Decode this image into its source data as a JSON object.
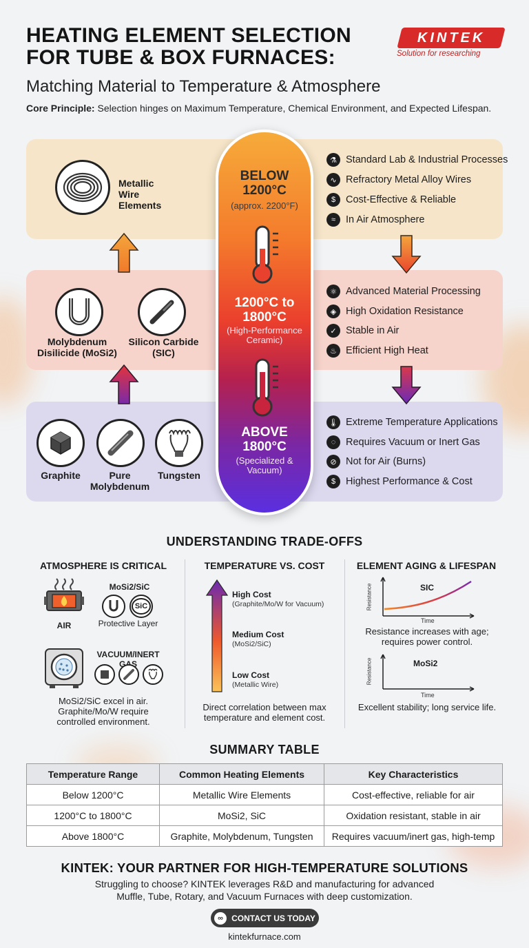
{
  "header": {
    "title": "HEATING ELEMENT SELECTION FOR TUBE & BOX FURNACES:",
    "subtitle": "Matching Material to Temperature & Atmosphere",
    "principle_label": "Core Principle:",
    "principle_text": "Selection hinges on Maximum Temperature, Chemical Environment, and Expected Lifespan."
  },
  "logo": {
    "name": "KINTEK",
    "tagline": "Solution for researching"
  },
  "colors": {
    "brand_red": "#d92a2a",
    "tier1_band": "#f6e5c8",
    "tier2_band": "#f6d3cb",
    "tier3_band": "#dcd9ef"
  },
  "tiers": [
    {
      "heading": "BELOW 1200°C",
      "note": "(approx. 2200°F)",
      "elements": [
        "Metallic Wire Elements"
      ],
      "features": [
        {
          "icon": "flask-icon",
          "text": "Standard Lab & Industrial Processes"
        },
        {
          "icon": "wire-icon",
          "text": "Refractory Metal Alloy Wires"
        },
        {
          "icon": "dollar-hand-icon",
          "text": "Cost-Effective & Reliable"
        },
        {
          "icon": "wind-icon",
          "text": "In Air Atmosphere"
        }
      ]
    },
    {
      "heading": "1200°C to 1800°C",
      "note": "(High-Performance Ceramic)",
      "elements": [
        "Molybdenum Disilicide (MoSi2)",
        "Silicon Carbide (SIC)"
      ],
      "features": [
        {
          "icon": "atom-icon",
          "text": "Advanced Material Processing"
        },
        {
          "icon": "shield-icon",
          "text": "High Oxidation Resistance"
        },
        {
          "icon": "shield-check-icon",
          "text": "Stable in Air"
        },
        {
          "icon": "flame-icon",
          "text": "Efficient High Heat"
        }
      ]
    },
    {
      "heading": "ABOVE 1800°C",
      "note": "(Specialized & Vacuum)",
      "elements": [
        "Graphite",
        "Pure Molybdenum",
        "Tungsten"
      ],
      "features": [
        {
          "icon": "thermometer-icon",
          "text": "Extreme Temperature Applications"
        },
        {
          "icon": "vacuum-icon",
          "text": "Requires Vacuum or Inert Gas"
        },
        {
          "icon": "no-air-icon",
          "text": "Not for Air (Burns)"
        },
        {
          "icon": "dollar-icon",
          "text": "Highest Performance & Cost"
        }
      ]
    }
  ],
  "tradeoffs": {
    "title": "UNDERSTANDING TRADE-OFFS",
    "atmosphere": {
      "title": "ATMOSPHERE IS CRITICAL",
      "air_label": "AIR",
      "mosi_label": "MoSi2/SiC",
      "sic_badge": "SiC",
      "protective": "Protective Layer",
      "vacuum_label": "VACUUM/INERT GAS",
      "caption": "MoSi2/SiC excel in air. Graphite/Mo/W require controlled environment."
    },
    "cost": {
      "title": "TEMPERATURE VS. COST",
      "levels": [
        {
          "label": "High Cost",
          "note": "(Graphite/Mo/W for Vacuum)"
        },
        {
          "label": "Medium Cost",
          "note": "(MoSi2/SiC)"
        },
        {
          "label": "Low Cost",
          "note": "(Metallic Wire)"
        }
      ],
      "caption": "Direct correlation between max temperature and element cost."
    },
    "aging": {
      "title": "ELEMENT AGING & LIFESPAN",
      "charts": [
        {
          "series": "SIC",
          "ylabel": "Resistance",
          "xlabel": "Time",
          "trend": "increasing",
          "caption": "Resistance increases with age; requires power control."
        },
        {
          "series": "MoSi2",
          "ylabel": "Resistance",
          "xlabel": "Time",
          "trend": "flat",
          "caption": "Excellent stability; long service life."
        }
      ]
    }
  },
  "summary": {
    "title": "SUMMARY TABLE",
    "headers": [
      "Temperature Range",
      "Common Heating Elements",
      "Key Characteristics"
    ],
    "rows": [
      [
        "Below 1200°C",
        "Metallic Wire Elements",
        "Cost-effective, reliable for air"
      ],
      [
        "1200°C to 1800°C",
        "MoSi2, SiC",
        "Oxidation resistant, stable in air"
      ],
      [
        "Above 1800°C",
        "Graphite, Molybdenum, Tungsten",
        "Requires vacuum/inert gas, high-temp"
      ]
    ]
  },
  "footer": {
    "title": "KINTEK: YOUR PARTNER FOR HIGH-TEMPERATURE SOLUTIONS",
    "text": "Struggling to choose? KINTEK leverages R&D and manufacturing for advanced Muffle, Tube, Rotary, and Vacuum Furnaces with deep customization.",
    "cta": "CONTACT US TODAY",
    "website": "kintekfurnace.com"
  }
}
